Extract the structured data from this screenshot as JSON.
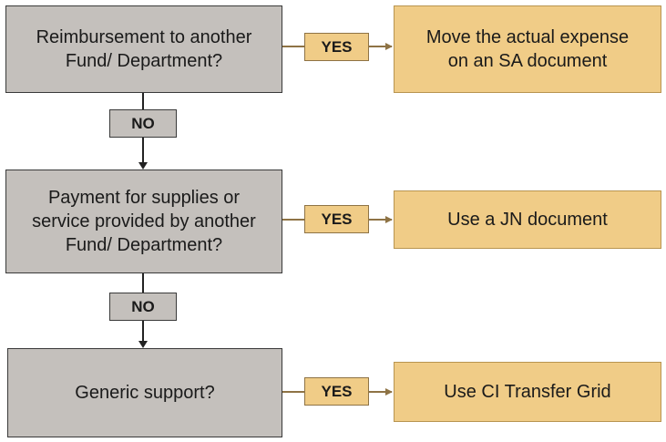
{
  "flow": {
    "steps": [
      {
        "question": "Reimbursement to another\nFund/ Department?",
        "yes_label": "YES",
        "action": "Move the actual expense\non an SA document",
        "no_label": "NO"
      },
      {
        "question": "Payment for supplies or\nservice provided by another\nFund/ Department?",
        "yes_label": "YES",
        "action": "Use a JN document",
        "no_label": "NO"
      },
      {
        "question": "Generic support?",
        "yes_label": "YES",
        "action": "Use CI Transfer Grid"
      }
    ]
  },
  "colors": {
    "question_fill": "#c4c0bc",
    "action_fill": "#f0cc87",
    "yes_connector": "#8e7345",
    "no_connector": "#222222"
  }
}
